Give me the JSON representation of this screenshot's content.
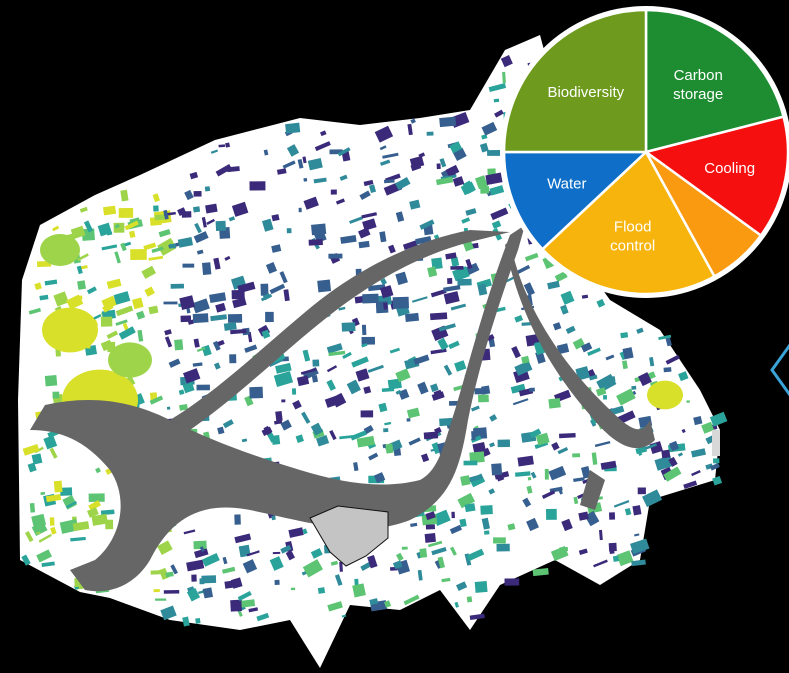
{
  "map": {
    "background_color": "#000000",
    "land_color": "#ffffff",
    "water_color": "#666666",
    "highlight_area_color": "#c4c4c4",
    "patch_palette": [
      "#3b2a7a",
      "#365f8f",
      "#2f8a99",
      "#2aa39a",
      "#5cc472",
      "#9ed449",
      "#d8e02a"
    ]
  },
  "pie": {
    "segments": [
      {
        "key": "carbon",
        "label_lines": [
          "Carbon",
          "storage"
        ],
        "value": 0.21,
        "color": "#1e8d32"
      },
      {
        "key": "cooling",
        "label_lines": [
          "Cooling"
        ],
        "value": 0.14,
        "color": "#f50f0f"
      },
      {
        "key": "orange",
        "label_lines": [],
        "value": 0.07,
        "color": "#f99a10"
      },
      {
        "key": "flood",
        "label_lines": [
          "Flood",
          "control"
        ],
        "value": 0.21,
        "color": "#f6b40d"
      },
      {
        "key": "water",
        "label_lines": [
          "Water"
        ],
        "value": 0.12,
        "color": "#0f6fc8"
      },
      {
        "key": "biodiversity",
        "label_lines": [
          "Biodiversity"
        ],
        "value": 0.25,
        "color": "#6e9b1e"
      }
    ]
  },
  "pointer": {
    "color": "#3aa3d8",
    "icon": "chevron-left-icon"
  }
}
